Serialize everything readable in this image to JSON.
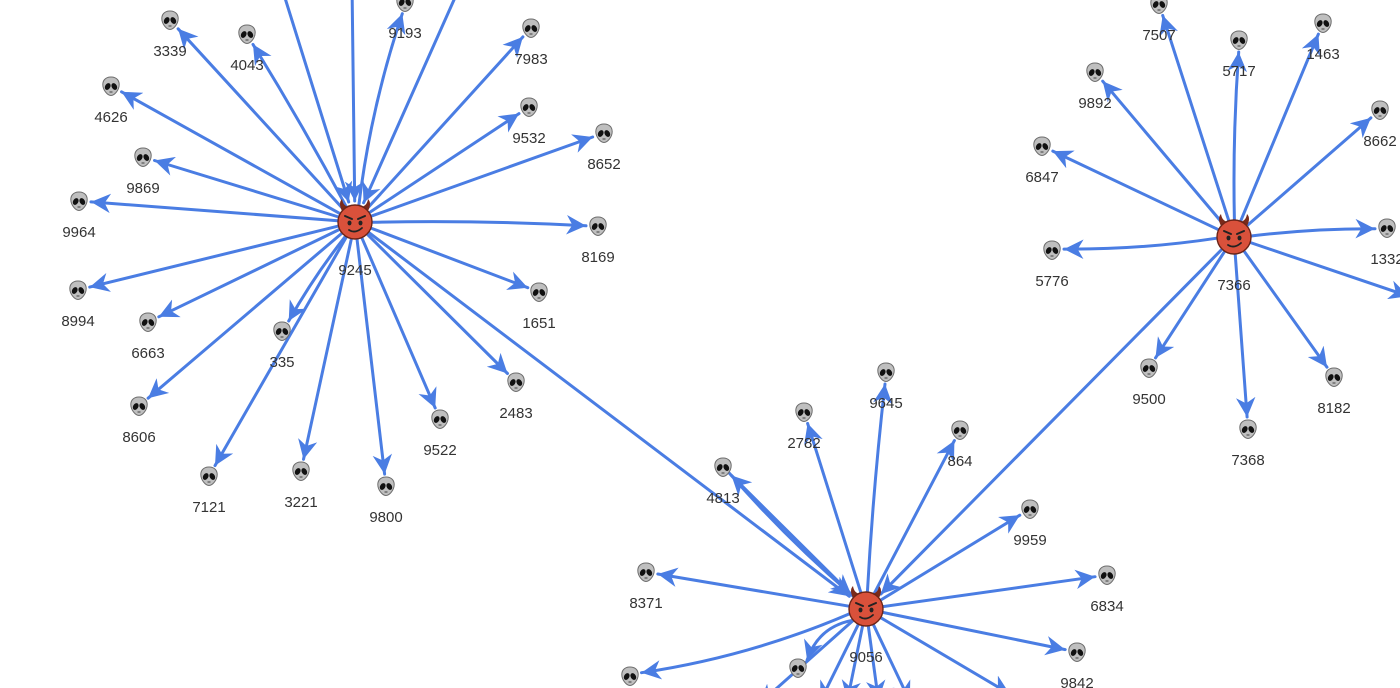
{
  "colors": {
    "edge": "#4a7de3",
    "hub_fill": "#d9513b",
    "hub_horn": "#7a2a1a",
    "leaf_fill": "#bfbfbf",
    "label": "#333333"
  },
  "icons": {
    "hub": "smiling-devil-icon",
    "leaf": "alien-icon"
  },
  "hubs": [
    {
      "id": "9245",
      "label": "9245"
    },
    {
      "id": "9056",
      "label": "9056"
    },
    {
      "id": "7366",
      "label": "7366"
    }
  ],
  "leaves": [
    {
      "id": "3339",
      "label": "3339"
    },
    {
      "id": "4043",
      "label": "4043"
    },
    {
      "id": "9193",
      "label": "9193"
    },
    {
      "id": "7983",
      "label": "7983"
    },
    {
      "id": "4626",
      "label": "4626"
    },
    {
      "id": "9532",
      "label": "9532"
    },
    {
      "id": "8652",
      "label": "8652"
    },
    {
      "id": "9869",
      "label": "9869"
    },
    {
      "id": "9964",
      "label": "9964"
    },
    {
      "id": "8169",
      "label": "8169"
    },
    {
      "id": "8994",
      "label": "8994"
    },
    {
      "id": "1651",
      "label": "1651"
    },
    {
      "id": "6663",
      "label": "6663"
    },
    {
      "id": "335",
      "label": "335"
    },
    {
      "id": "2483",
      "label": "2483"
    },
    {
      "id": "8606",
      "label": "8606"
    },
    {
      "id": "9522",
      "label": "9522"
    },
    {
      "id": "7121",
      "label": "7121"
    },
    {
      "id": "3221",
      "label": "3221"
    },
    {
      "id": "9800",
      "label": "9800"
    },
    {
      "id": "9645",
      "label": "9645"
    },
    {
      "id": "2782",
      "label": "2782"
    },
    {
      "id": "864",
      "label": "864"
    },
    {
      "id": "4813",
      "label": "4813"
    },
    {
      "id": "9959",
      "label": "9959"
    },
    {
      "id": "8371",
      "label": "8371"
    },
    {
      "id": "6834",
      "label": "6834"
    },
    {
      "id": "9842",
      "label": "9842"
    },
    {
      "id": "7507",
      "label": "7507"
    },
    {
      "id": "5717",
      "label": "5717"
    },
    {
      "id": "1463",
      "label": "1463"
    },
    {
      "id": "9892",
      "label": "9892"
    },
    {
      "id": "8662",
      "label": "8662"
    },
    {
      "id": "6847",
      "label": "6847"
    },
    {
      "id": "5776",
      "label": "5776"
    },
    {
      "id": "1332",
      "label": "1332"
    },
    {
      "id": "9500",
      "label": "9500"
    },
    {
      "id": "8182",
      "label": "8182"
    },
    {
      "id": "7368",
      "label": "7368"
    },
    {
      "id": "b1",
      "label": ""
    },
    {
      "id": "b2",
      "label": ""
    },
    {
      "id": "b3",
      "label": ""
    },
    {
      "id": "b4",
      "label": ""
    },
    {
      "id": "b5",
      "label": ""
    },
    {
      "id": "b6",
      "label": ""
    },
    {
      "id": "b7",
      "label": ""
    },
    {
      "id": "b8",
      "label": ""
    },
    {
      "id": "b9",
      "label": ""
    },
    {
      "id": "b10",
      "label": ""
    },
    {
      "id": "b11",
      "label": ""
    },
    {
      "id": "b12",
      "label": ""
    }
  ],
  "edges": [
    {
      "from": "9245",
      "to": "3339"
    },
    {
      "from": "9245",
      "to": "4043"
    },
    {
      "from": "9245",
      "to": "9193"
    },
    {
      "from": "9245",
      "to": "7983"
    },
    {
      "from": "9245",
      "to": "4626"
    },
    {
      "from": "9245",
      "to": "9532"
    },
    {
      "from": "9245",
      "to": "8652"
    },
    {
      "from": "9245",
      "to": "9869"
    },
    {
      "from": "9245",
      "to": "9964"
    },
    {
      "from": "9245",
      "to": "8169"
    },
    {
      "from": "9245",
      "to": "8994"
    },
    {
      "from": "9245",
      "to": "1651"
    },
    {
      "from": "9245",
      "to": "6663"
    },
    {
      "from": "9245",
      "to": "335"
    },
    {
      "from": "9245",
      "to": "2483"
    },
    {
      "from": "9245",
      "to": "8606"
    },
    {
      "from": "9245",
      "to": "9522"
    },
    {
      "from": "9245",
      "to": "7121"
    },
    {
      "from": "9245",
      "to": "3221"
    },
    {
      "from": "9245",
      "to": "9800"
    },
    {
      "from": "b1",
      "to": "9245"
    },
    {
      "from": "b2",
      "to": "9245"
    },
    {
      "from": "b3",
      "to": "9245"
    },
    {
      "from": "9245",
      "to": "9056"
    },
    {
      "from": "9056",
      "to": "9645"
    },
    {
      "from": "9056",
      "to": "2782"
    },
    {
      "from": "9056",
      "to": "864"
    },
    {
      "from": "9056",
      "to": "4813"
    },
    {
      "from": "4813",
      "to": "9056"
    },
    {
      "from": "9056",
      "to": "9959"
    },
    {
      "from": "9056",
      "to": "8371"
    },
    {
      "from": "9056",
      "to": "6834"
    },
    {
      "from": "9056",
      "to": "9842"
    },
    {
      "from": "9056",
      "to": "b4"
    },
    {
      "from": "9056",
      "to": "b5"
    },
    {
      "from": "9056",
      "to": "b6"
    },
    {
      "from": "9056",
      "to": "b7"
    },
    {
      "from": "9056",
      "to": "b8"
    },
    {
      "from": "9056",
      "to": "b9"
    },
    {
      "from": "9056",
      "to": "b10"
    },
    {
      "from": "9056",
      "to": "b11"
    },
    {
      "from": "7366",
      "to": "9056"
    },
    {
      "from": "7366",
      "to": "7507"
    },
    {
      "from": "7366",
      "to": "5717"
    },
    {
      "from": "7366",
      "to": "1463"
    },
    {
      "from": "7366",
      "to": "9892"
    },
    {
      "from": "7366",
      "to": "8662"
    },
    {
      "from": "7366",
      "to": "6847"
    },
    {
      "from": "7366",
      "to": "5776"
    },
    {
      "from": "7366",
      "to": "1332"
    },
    {
      "from": "7366",
      "to": "9500"
    },
    {
      "from": "7366",
      "to": "8182"
    },
    {
      "from": "7366",
      "to": "7368"
    },
    {
      "from": "7366",
      "to": "b12"
    }
  ]
}
